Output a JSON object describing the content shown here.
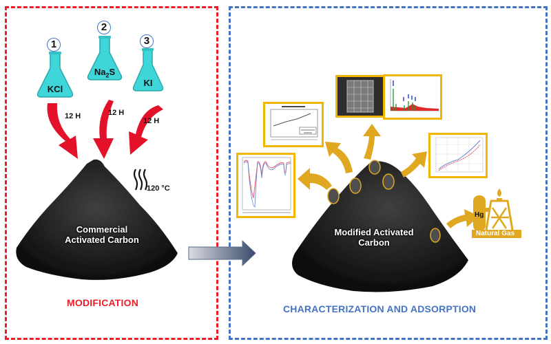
{
  "left_panel": {
    "title": "MODIFICATION",
    "title_color": "#ee1c25",
    "border_color": "#ee1c25",
    "reagents": [
      {
        "step": "1",
        "label": "KCl",
        "time": "12 H"
      },
      {
        "step": "2",
        "label_main": "Na",
        "label_sub": "2",
        "label_tail": "S",
        "time": "12 H"
      },
      {
        "step": "3",
        "label": "KI",
        "time": "12 H"
      }
    ],
    "heating": {
      "temperature": "120 °C"
    },
    "material": {
      "line1": "Commercial",
      "line2": "Activated Carbon"
    }
  },
  "transition_arrow": {
    "icon": "right-arrow-icon"
  },
  "right_panel": {
    "title": "CHARACTERIZATION AND ADSORPTION",
    "title_color": "#4472c4",
    "border_color": "#4472c4",
    "material": {
      "line1": "Modified Activated",
      "line2": "Carbon"
    },
    "characterization_thumbnails": [
      {
        "name": "ftir-spectrum-plot"
      },
      {
        "name": "isotherm-regression-plot"
      },
      {
        "name": "sem-image"
      },
      {
        "name": "edx-spectrum-plot"
      },
      {
        "name": "adsorption-isotherm-plot"
      }
    ],
    "application": {
      "adsorbate": "Hg",
      "label": "Natural Gas"
    }
  },
  "colors": {
    "flask_liquid": "#3fd6d9",
    "red_arrow": "#e3122a",
    "gold": "#e0a820",
    "thumb_border": "#f5b400"
  }
}
